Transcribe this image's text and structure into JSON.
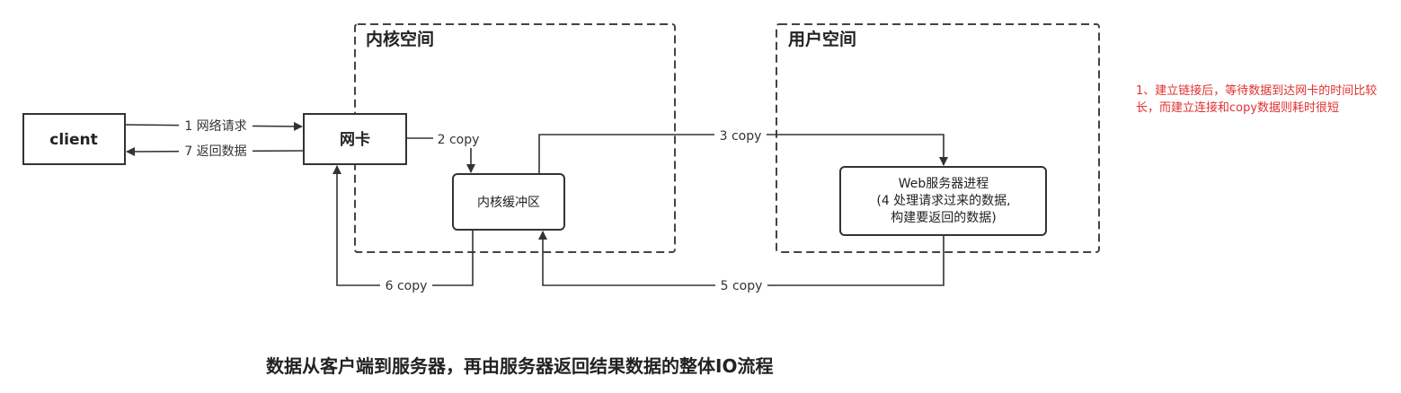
{
  "regions": {
    "kernel": {
      "title": "内核空间"
    },
    "user": {
      "title": "用户空间"
    }
  },
  "nodes": {
    "client": "client",
    "nic": "网卡",
    "kernel_buffer": "内核缓冲区",
    "web_server": {
      "line1": "Web服务器进程",
      "line2": "(4 处理请求过来的数据,",
      "line3": "构建要返回的数据)"
    }
  },
  "edges": {
    "e1": "1 网络请求",
    "e2": "2 copy",
    "e3": "3 copy",
    "e5": "5 copy",
    "e6": "6 copy",
    "e7": "7 返回数据"
  },
  "note": "1、建立链接后，等待数据到达网卡的时间比较长，而建立连接和copy数据则耗时很短",
  "caption": "数据从客户端到服务器，再由服务器返回结果数据的整体IO流程",
  "colors": {
    "note": "#e03030",
    "stroke": "#333333"
  }
}
